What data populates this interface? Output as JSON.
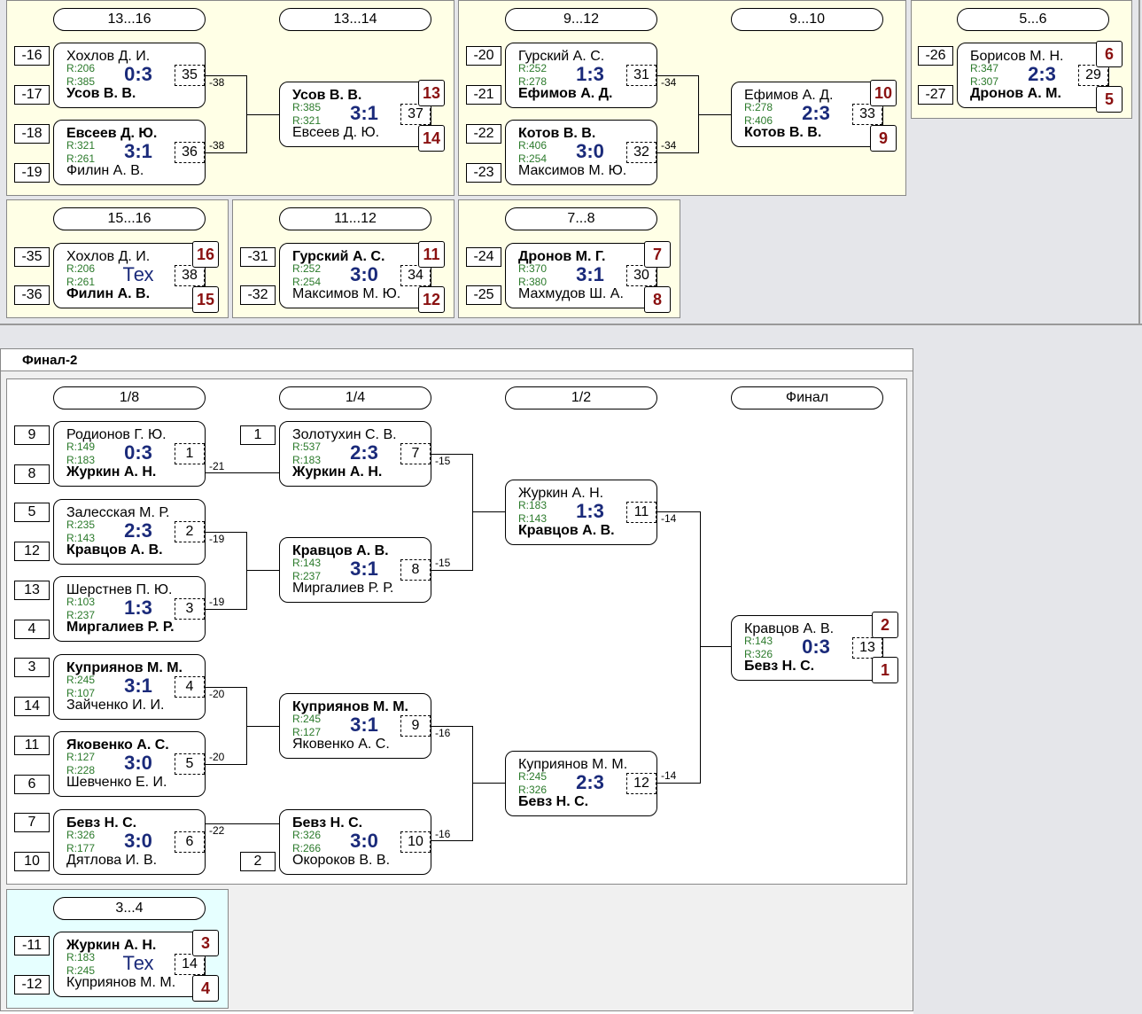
{
  "section_title": "Финал-2",
  "headers": {
    "h13_16": "13...16",
    "h13_14": "13...14",
    "h9_12": "9...12",
    "h9_10": "9...10",
    "h5_6": "5...6",
    "h15_16": "15...16",
    "h11_12": "11...12",
    "h7_8": "7...8",
    "h18": "1/8",
    "h14": "1/4",
    "h12": "1/2",
    "hfin": "Финал",
    "h3_4": "3...4"
  },
  "seeds": [
    "-16",
    "-17",
    "-18",
    "-19",
    "-20",
    "-21",
    "-22",
    "-23",
    "-26",
    "-27",
    "-35",
    "-36",
    "-31",
    "-32",
    "-24",
    "-25",
    "9",
    "8",
    "5",
    "12",
    "13",
    "4",
    "3",
    "14",
    "11",
    "6",
    "7",
    "10",
    "1",
    "2",
    "-11",
    "-12"
  ],
  "places": [
    "13",
    "14",
    "10",
    "9",
    "6",
    "5",
    "16",
    "15",
    "11",
    "12",
    "7",
    "8",
    "2",
    "1",
    "3",
    "4"
  ],
  "feeds": [
    "-38",
    "-38",
    "-34",
    "-34",
    "-21",
    "-19",
    "-19",
    "-20",
    "-20",
    "-22",
    "-15",
    "-15",
    "-16",
    "-16",
    "-14",
    "-14"
  ],
  "matches": {
    "m35": {
      "p1": "Хохлов Д. И.",
      "p2": "Усов В. В.",
      "r1": "R:206",
      "r2": "R:385",
      "score": "0:3",
      "num": "35"
    },
    "m36": {
      "p1": "Евсеев Д. Ю.",
      "p2": "Филин А. В.",
      "r1": "R:321",
      "r2": "R:261",
      "score": "3:1",
      "num": "36"
    },
    "m37": {
      "p1": "Усов В. В.",
      "p2": "Евсеев Д. Ю.",
      "r1": "R:385",
      "r2": "R:321",
      "score": "3:1",
      "num": "37"
    },
    "m31": {
      "p1": "Гурский А. С.",
      "p2": "Ефимов А. Д.",
      "r1": "R:252",
      "r2": "R:278",
      "score": "1:3",
      "num": "31"
    },
    "m32": {
      "p1": "Котов В. В.",
      "p2": "Максимов М. Ю.",
      "r1": "R:406",
      "r2": "R:254",
      "score": "3:0",
      "num": "32"
    },
    "m33": {
      "p1": "Ефимов А. Д.",
      "p2": "Котов В. В.",
      "r1": "R:278",
      "r2": "R:406",
      "score": "2:3",
      "num": "33"
    },
    "m29": {
      "p1": "Борисов М. Н.",
      "p2": "Дронов А. М.",
      "r1": "R:347",
      "r2": "R:307",
      "score": "2:3",
      "num": "29"
    },
    "m38": {
      "p1": "Хохлов Д. И.",
      "p2": "Филин А. В.",
      "r1": "R:206",
      "r2": "R:261",
      "score": "Тех",
      "num": "38"
    },
    "m34": {
      "p1": "Гурский А. С.",
      "p2": "Максимов М. Ю.",
      "r1": "R:252",
      "r2": "R:254",
      "score": "3:0",
      "num": "34"
    },
    "m30": {
      "p1": "Дронов М. Г.",
      "p2": "Махмудов Ш. А.",
      "r1": "R:370",
      "r2": "R:380",
      "score": "3:1",
      "num": "30"
    },
    "f1": {
      "p1": "Родионов Г. Ю.",
      "p2": "Журкин А. Н.",
      "r1": "R:149",
      "r2": "R:183",
      "score": "0:3",
      "num": "1"
    },
    "f2": {
      "p1": "Залесская М. Р.",
      "p2": "Кравцов А. В.",
      "r1": "R:235",
      "r2": "R:143",
      "score": "2:3",
      "num": "2"
    },
    "f3": {
      "p1": "Шерстнев П. Ю.",
      "p2": "Миргалиев Р. Р.",
      "r1": "R:103",
      "r2": "R:237",
      "score": "1:3",
      "num": "3"
    },
    "f4": {
      "p1": "Куприянов М. М.",
      "p2": "Зайченко И. И.",
      "r1": "R:245",
      "r2": "R:107",
      "score": "3:1",
      "num": "4"
    },
    "f5": {
      "p1": "Яковенко А. С.",
      "p2": "Шевченко Е. И.",
      "r1": "R:127",
      "r2": "R:228",
      "score": "3:0",
      "num": "5"
    },
    "f6": {
      "p1": "Бевз Н. С.",
      "p2": "Дятлова И. В.",
      "r1": "R:326",
      "r2": "R:177",
      "score": "3:0",
      "num": "6"
    },
    "f7": {
      "p1": "Золотухин С. В.",
      "p2": "Журкин А. Н.",
      "r1": "R:537",
      "r2": "R:183",
      "score": "2:3",
      "num": "7"
    },
    "f8": {
      "p1": "Кравцов А. В.",
      "p2": "Миргалиев Р. Р.",
      "r1": "R:143",
      "r2": "R:237",
      "score": "3:1",
      "num": "8"
    },
    "f9": {
      "p1": "Куприянов М. М.",
      "p2": "Яковенко А. С.",
      "r1": "R:245",
      "r2": "R:127",
      "score": "3:1",
      "num": "9"
    },
    "f10": {
      "p1": "Бевз Н. С.",
      "p2": "Окороков В. В.",
      "r1": "R:326",
      "r2": "R:266",
      "score": "3:0",
      "num": "10"
    },
    "f11": {
      "p1": "Журкин А. Н.",
      "p2": "Кравцов А. В.",
      "r1": "R:183",
      "r2": "R:143",
      "score": "1:3",
      "num": "11"
    },
    "f12": {
      "p1": "Куприянов М. М.",
      "p2": "Бевз Н. С.",
      "r1": "R:245",
      "r2": "R:326",
      "score": "2:3",
      "num": "12"
    },
    "f13": {
      "p1": "Кравцов А. В.",
      "p2": "Бевз Н. С.",
      "r1": "R:143",
      "r2": "R:326",
      "score": "0:3",
      "num": "13"
    },
    "f14": {
      "p1": "Журкин А. Н.",
      "p2": "Куприянов М. М.",
      "r1": "R:183",
      "r2": "R:245",
      "score": "Тех",
      "num": "14"
    }
  },
  "colors": {
    "panel_yellow": "#ffffe6",
    "panel_cyan": "#e6ffff",
    "score": "#1a2a7a",
    "rating": "#2b7a2b",
    "place": "#8a1010"
  }
}
